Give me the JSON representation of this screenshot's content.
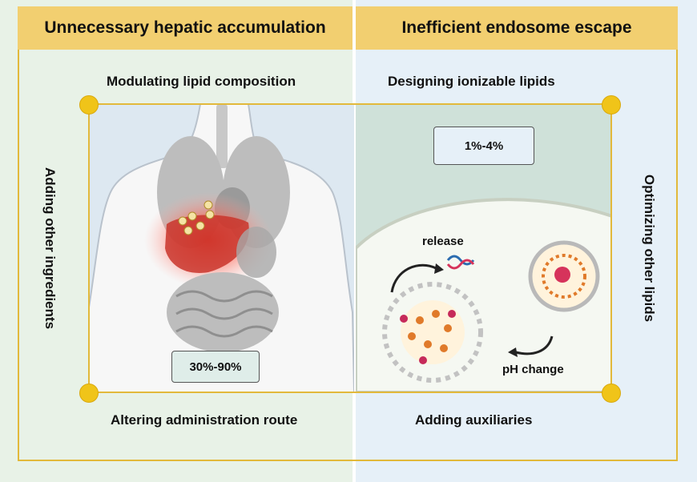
{
  "left_panel": {
    "header": "Unnecessary hepatic accumulation",
    "top_label": "Modulating lipid composition",
    "side_label": "Adding other ingredients",
    "bottom_label": "Altering administration route",
    "percentage": "30%-90%"
  },
  "right_panel": {
    "header": "Inefficient endosome escape",
    "top_label": "Designing ionizable lipids",
    "side_label": "Optimizing other lipids",
    "bottom_label": "Adding auxiliaries",
    "percentage": "1%-4%",
    "release_label": "release",
    "ph_label": "pH change"
  },
  "colors": {
    "header_bg": "#f2cf70",
    "left_bg": "#e8f2e7",
    "right_bg": "#e6f0f8",
    "frame": "#e2b93b",
    "corner_dot": "#f0c419",
    "liver": "#c9352c"
  }
}
